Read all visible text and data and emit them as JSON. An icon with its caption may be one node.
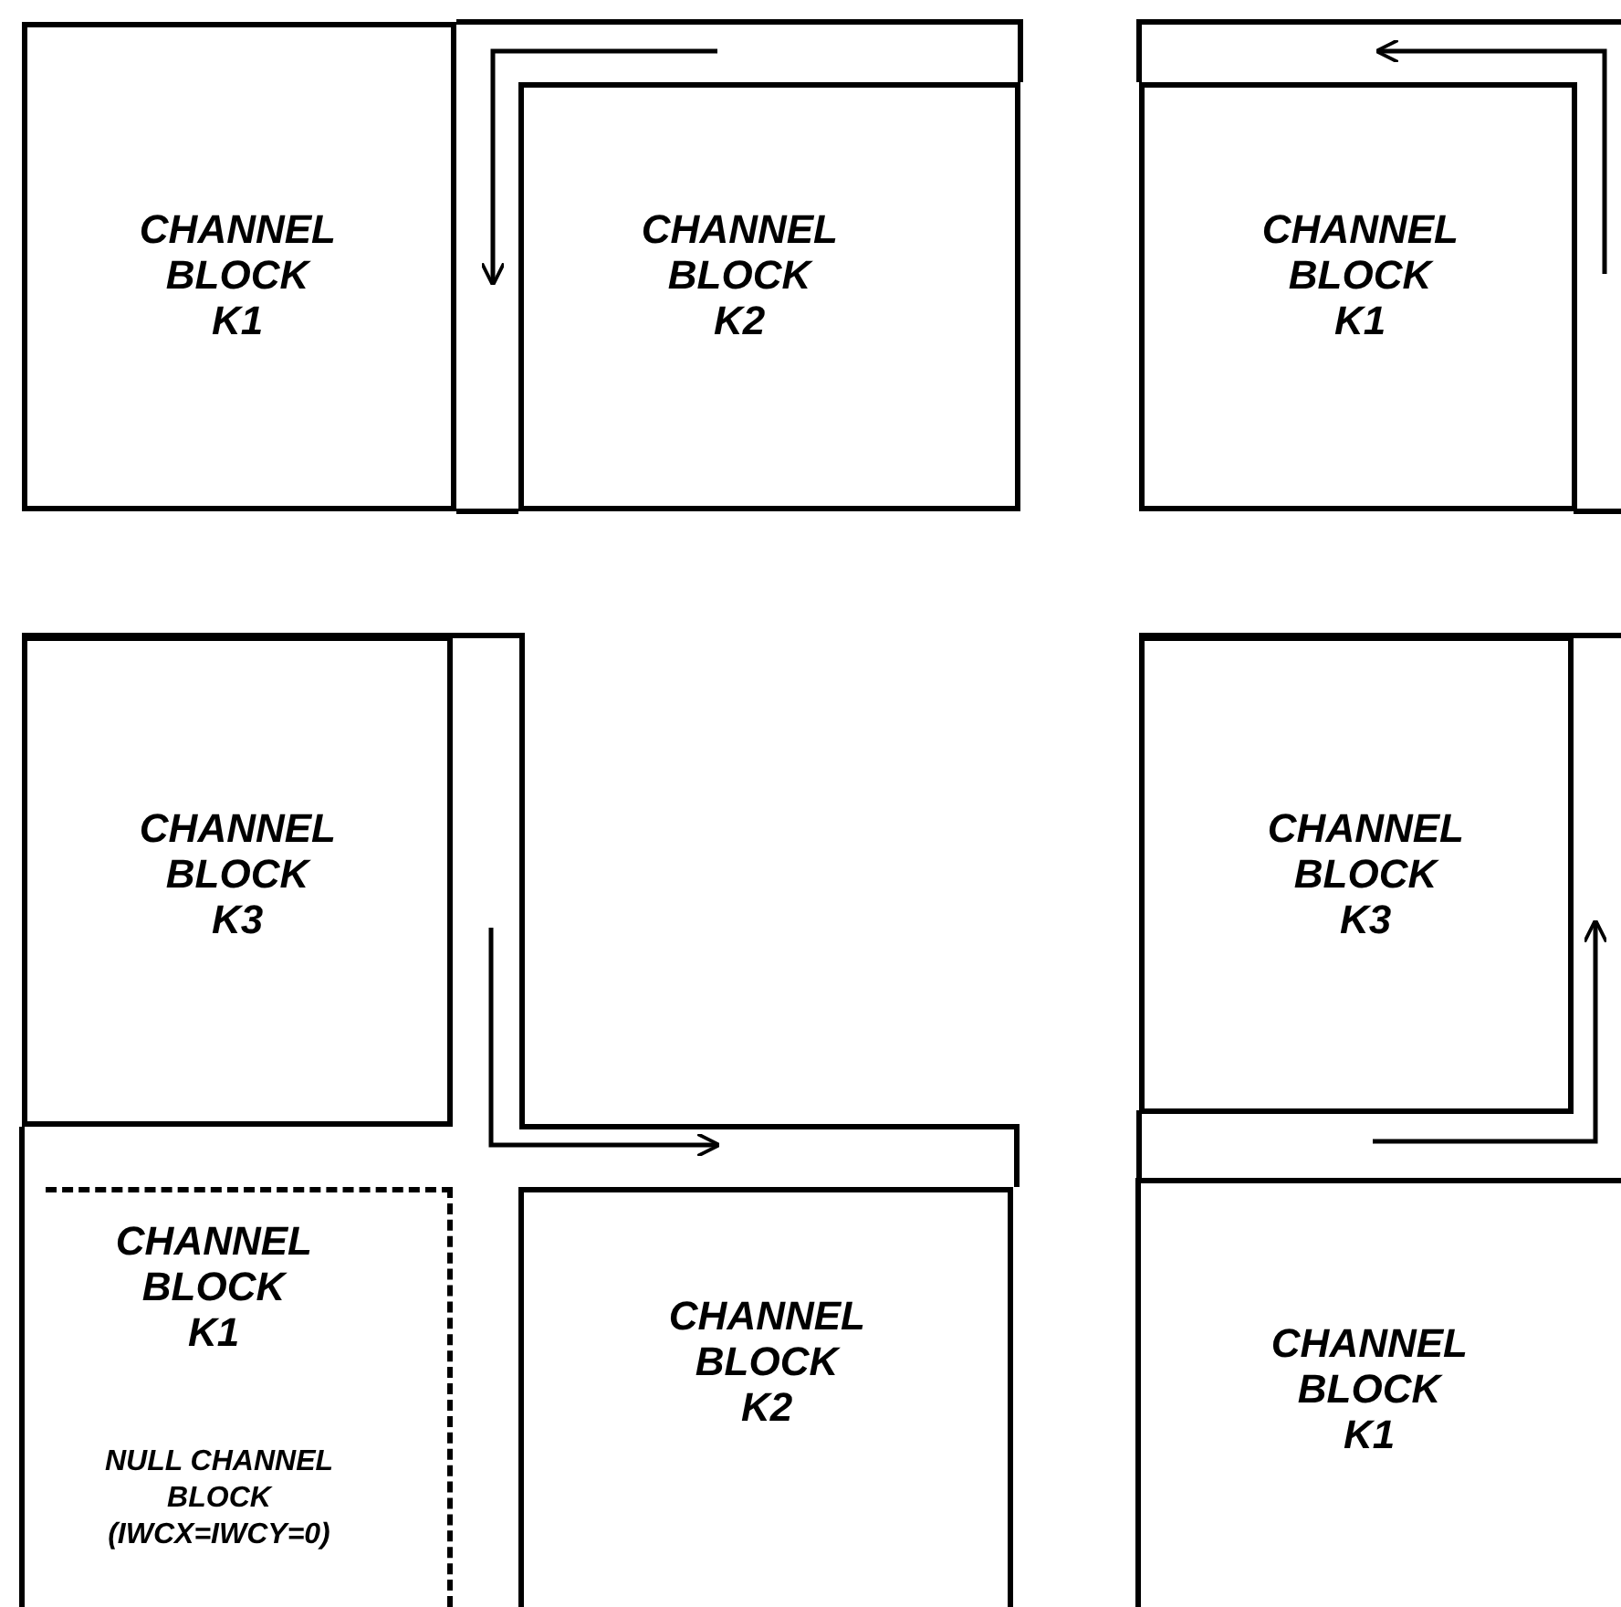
{
  "diagram": {
    "nodes": [
      {
        "text": [
          "CHANNEL BLOCK K1"
        ]
      },
      {
        "text": [
          "CHANNEL BLOCK K2"
        ]
      },
      {
        "text": [
          "CHANNEL BLOCK K1"
        ]
      },
      {
        "text": [
          "CHANNEL BLOCK K3"
        ]
      },
      {
        "text": [
          "CHANNEL BLOCK K3"
        ]
      },
      {
        "text": [
          "CHANNEL BLOCK K1",
          "NULL CHANNEL BLOCK (IWCX=IWCY=0)"
        ]
      },
      {
        "text": [
          "CHANNEL BLOCK K2"
        ]
      },
      {
        "text": [
          "CHANNEL BLOCK K1"
        ]
      }
    ]
  }
}
